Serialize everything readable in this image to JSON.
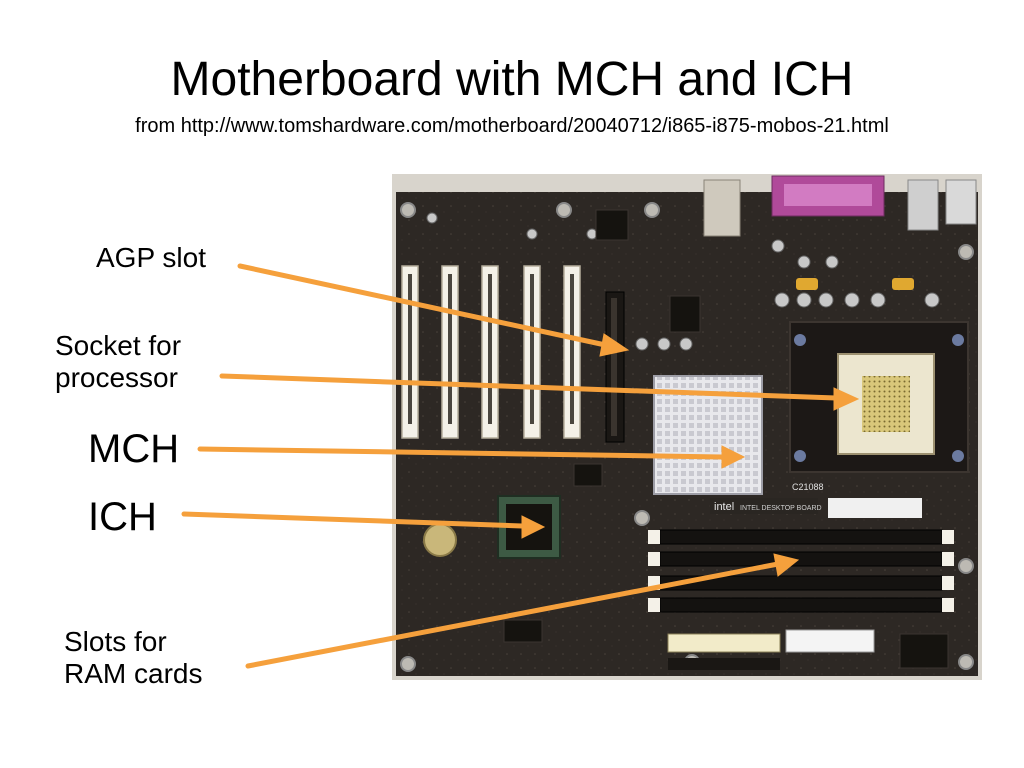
{
  "slide": {
    "title": "Motherboard with MCH and ICH",
    "subtitle": "from http://www.tomshardware.com/motherboard/20040712/i865-i875-mobos-21.html"
  },
  "labels": {
    "agp": [
      "AGP slot"
    ],
    "socket": [
      "Socket for",
      "processor"
    ],
    "mch": [
      "MCH"
    ],
    "ich": [
      "ICH"
    ],
    "ram": [
      "Slots for",
      "RAM cards"
    ]
  },
  "board_markings": {
    "brand": "intel",
    "board_name": "INTEL DESKTOP BOARD",
    "part_number": "C21088"
  },
  "colors": {
    "arrow": "#f5a03c",
    "board": "#2b2622",
    "heatsink": "#e4e4e8",
    "pci_slot": "#f4f1e8",
    "parallel_port": "#b04a9a"
  }
}
